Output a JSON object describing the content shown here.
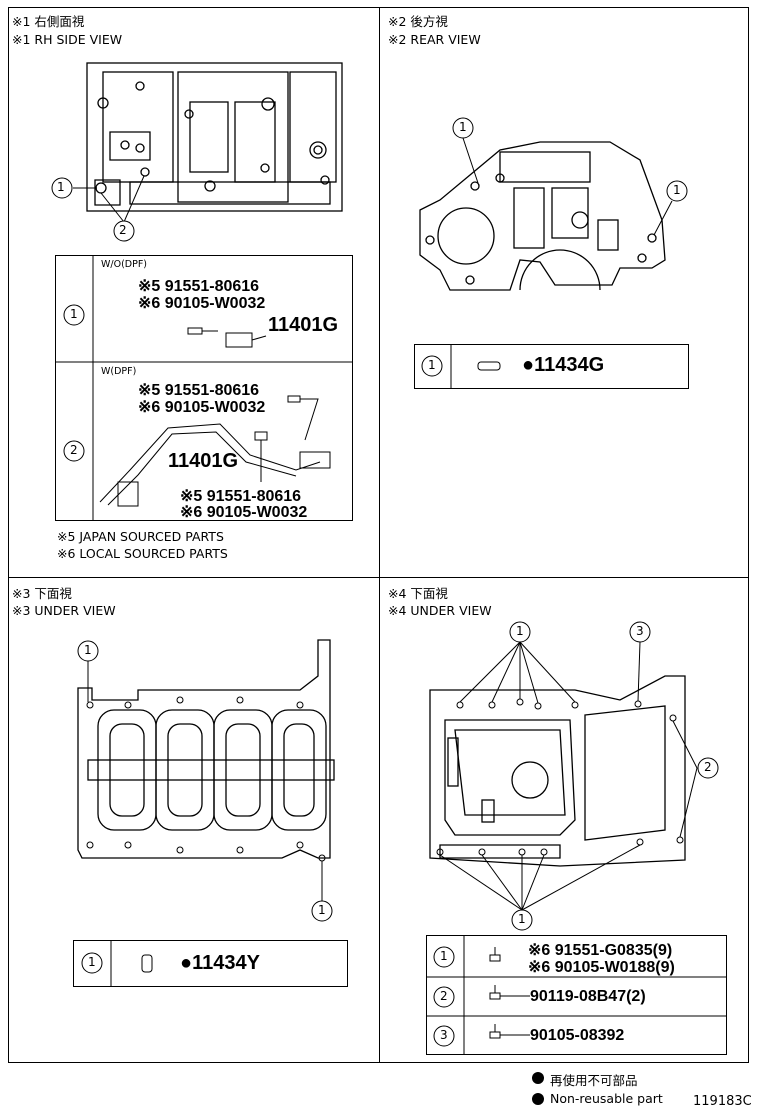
{
  "panel1": {
    "title_jp": "※1 右側面視",
    "title_en": "※1 RH SIDE VIEW",
    "callouts": [
      "1",
      "2"
    ],
    "table": {
      "row1": {
        "ref": "1",
        "condition": "W/O(DPF)",
        "parts": [
          "※5 91551-80616",
          "※6 90105-W0032"
        ],
        "assembly": "11401G"
      },
      "row2": {
        "ref": "2",
        "condition": "W(DPF)",
        "parts_top": [
          "※5 91551-80616",
          "※6 90105-W0032"
        ],
        "assembly": "11401G",
        "parts_bottom": [
          "※5 91551-80616",
          "※6 90105-W0032"
        ]
      }
    },
    "notes": [
      "※5 JAPAN SOURCED PARTS",
      "※6 LOCAL SOURCED PARTS"
    ]
  },
  "panel2": {
    "title_jp": "※2 後方視",
    "title_en": "※2 REAR VIEW",
    "callouts": [
      "1",
      "1"
    ],
    "table": {
      "ref": "1",
      "part": "●11434G"
    }
  },
  "panel3": {
    "title_jp": "※3 下面視",
    "title_en": "※3 UNDER VIEW",
    "callouts": [
      "1",
      "1"
    ],
    "table": {
      "ref": "1",
      "part": "●11434Y"
    }
  },
  "panel4": {
    "title_jp": "※4 下面視",
    "title_en": "※4 UNDER VIEW",
    "callouts": [
      "1",
      "3",
      "2",
      "1"
    ],
    "table": [
      {
        "ref": "1",
        "parts": [
          "※6 91551-G0835(9)",
          "※6 90105-W0188(9)"
        ]
      },
      {
        "ref": "2",
        "parts": [
          "90119-08B47(2)"
        ]
      },
      {
        "ref": "3",
        "parts": [
          "90105-08392"
        ]
      }
    ]
  },
  "legend": {
    "jp": "再使用不可部品",
    "en": "Non-reusable part"
  },
  "illustration_number": "119183C"
}
